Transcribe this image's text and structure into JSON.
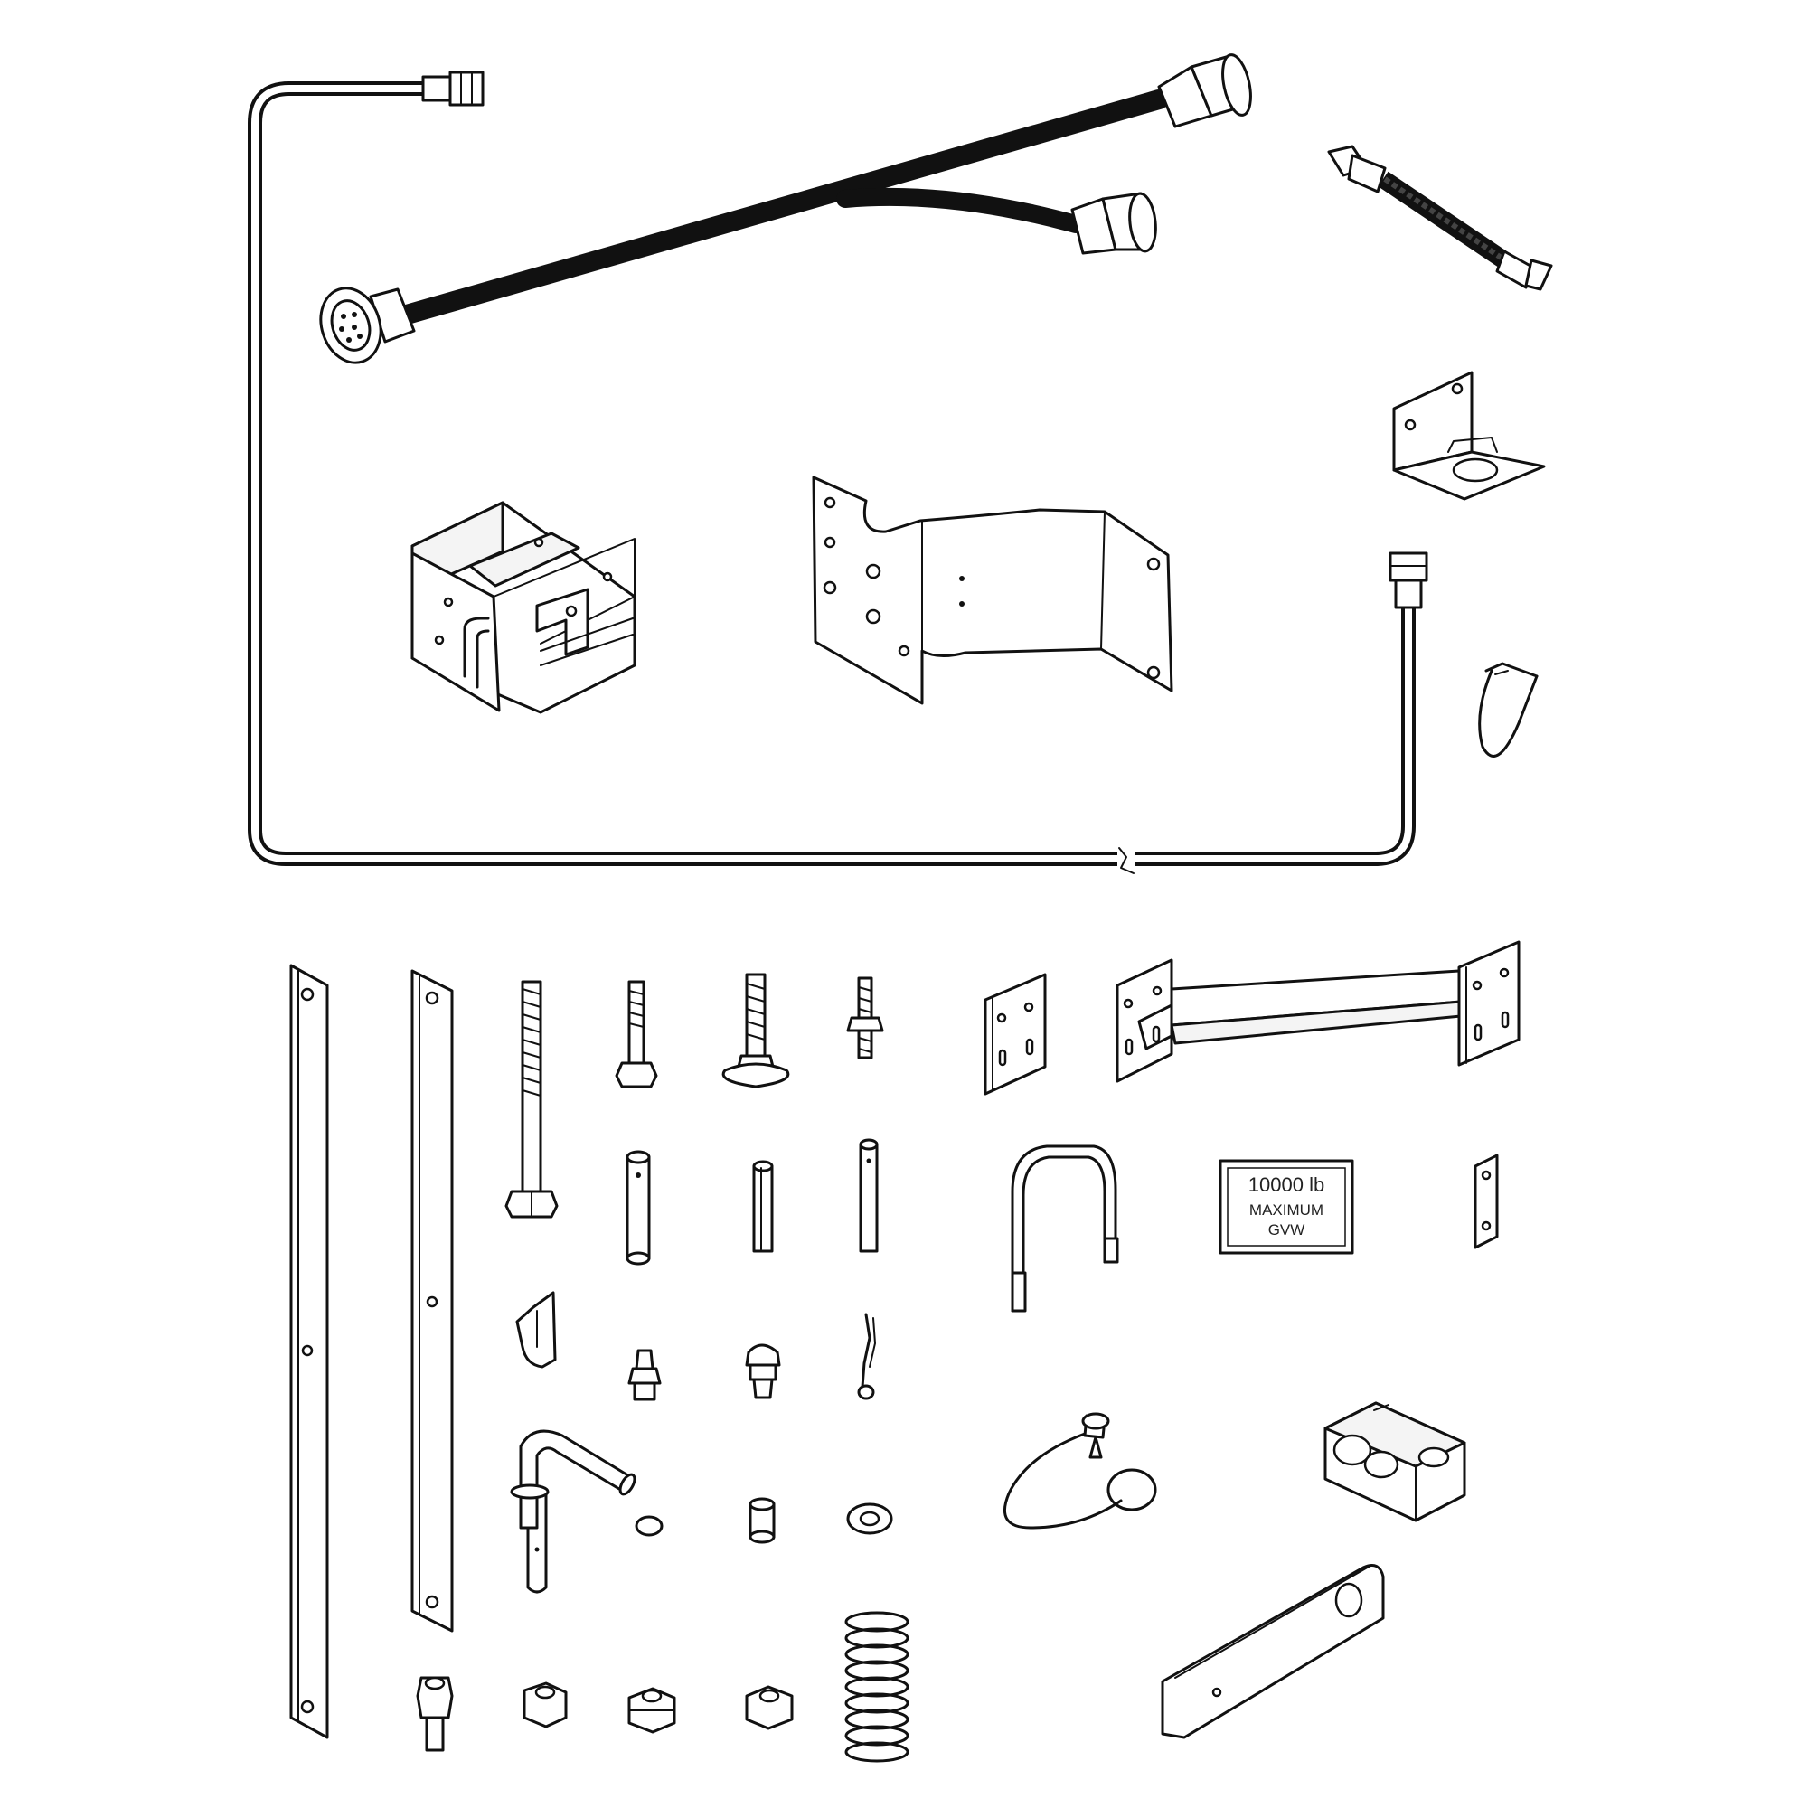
{
  "label": {
    "weight": "10000 lb",
    "line1": "MAXIMUM",
    "line2": "GVW"
  }
}
